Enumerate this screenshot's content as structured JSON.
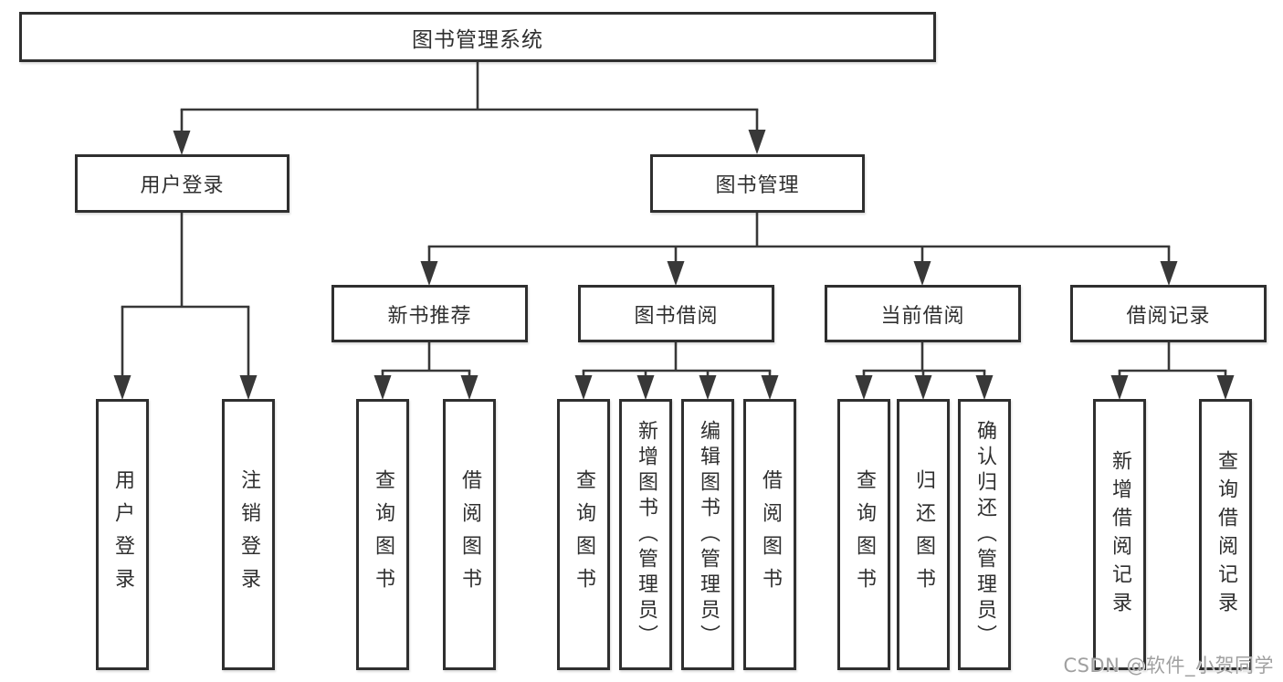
{
  "diagram": {
    "title": "图书管理系统",
    "children": [
      {
        "label": "用户登录",
        "children": [
          {
            "label": "用户登录"
          },
          {
            "label": "注销登录"
          }
        ]
      },
      {
        "label": "图书管理",
        "children": [
          {
            "label": "新书推荐",
            "children": [
              {
                "label": "查询图书"
              },
              {
                "label": "借阅图书"
              }
            ]
          },
          {
            "label": "图书借阅",
            "children": [
              {
                "label": "查询图书"
              },
              {
                "label": "新增图书（管理员）"
              },
              {
                "label": "编辑图书（管理员）"
              },
              {
                "label": "借阅图书"
              }
            ]
          },
          {
            "label": "当前借阅",
            "children": [
              {
                "label": "查询图书"
              },
              {
                "label": "归还图书"
              },
              {
                "label": "确认归还（管理员）"
              }
            ]
          },
          {
            "label": "借阅记录",
            "children": [
              {
                "label": "新增借阅记录"
              },
              {
                "label": "查询借阅记录"
              }
            ]
          }
        ]
      }
    ]
  },
  "watermark": {
    "text": "CSDN @软件_小贺同学"
  },
  "colors": {
    "background": "#ffffff",
    "box_border": "#2f2f2f",
    "line": "#383838",
    "text": "#2f2f2f",
    "watermark": "#a0a0a0"
  }
}
